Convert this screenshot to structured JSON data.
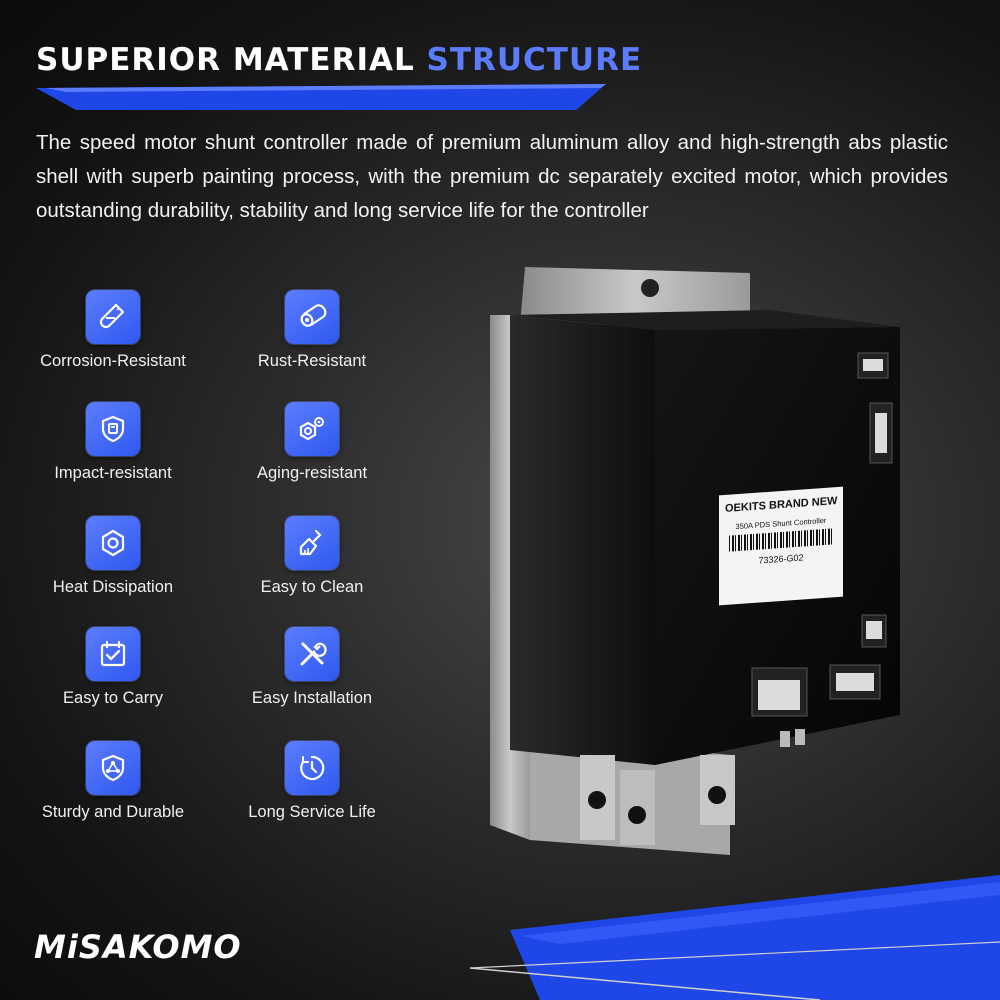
{
  "headline": {
    "part1": "SUPERIOR MATERIAL ",
    "part2": "STRUCTURE"
  },
  "description": "The speed motor shunt controller made of premium aluminum alloy and high-strength abs plastic shell with superb painting process, with the premium dc separately excited motor, which provides outstanding durability, stability and long service life for the controller",
  "features": [
    {
      "label": "Corrosion-Resistant",
      "icon": "test-tube-icon"
    },
    {
      "label": "Rust-Resistant",
      "icon": "pipe-icon"
    },
    {
      "label": "Impact-resistant",
      "icon": "shield-icon"
    },
    {
      "label": "Aging-resistant",
      "icon": "nut-icon"
    },
    {
      "label": "Heat Dissipation",
      "icon": "hexagon-icon"
    },
    {
      "label": "Easy to Clean",
      "icon": "brush-icon"
    },
    {
      "label": "Easy to Carry",
      "icon": "calendar-check-icon"
    },
    {
      "label": "Easy Installation",
      "icon": "tools-icon"
    },
    {
      "label": "Sturdy and Durable",
      "icon": "shield-network-icon"
    },
    {
      "label": "Long Service Life",
      "icon": "timer-icon"
    }
  ],
  "product_label": {
    "brand_line": "OEKITS BRAND NEW",
    "product_line": "350A PDS Shunt Controller",
    "part_number": "73326-G02"
  },
  "brand": "MiSAKOMO",
  "colors": {
    "accent": "#2f58ee",
    "highlight": "#5b7cff",
    "background": "#1c1c1c"
  }
}
